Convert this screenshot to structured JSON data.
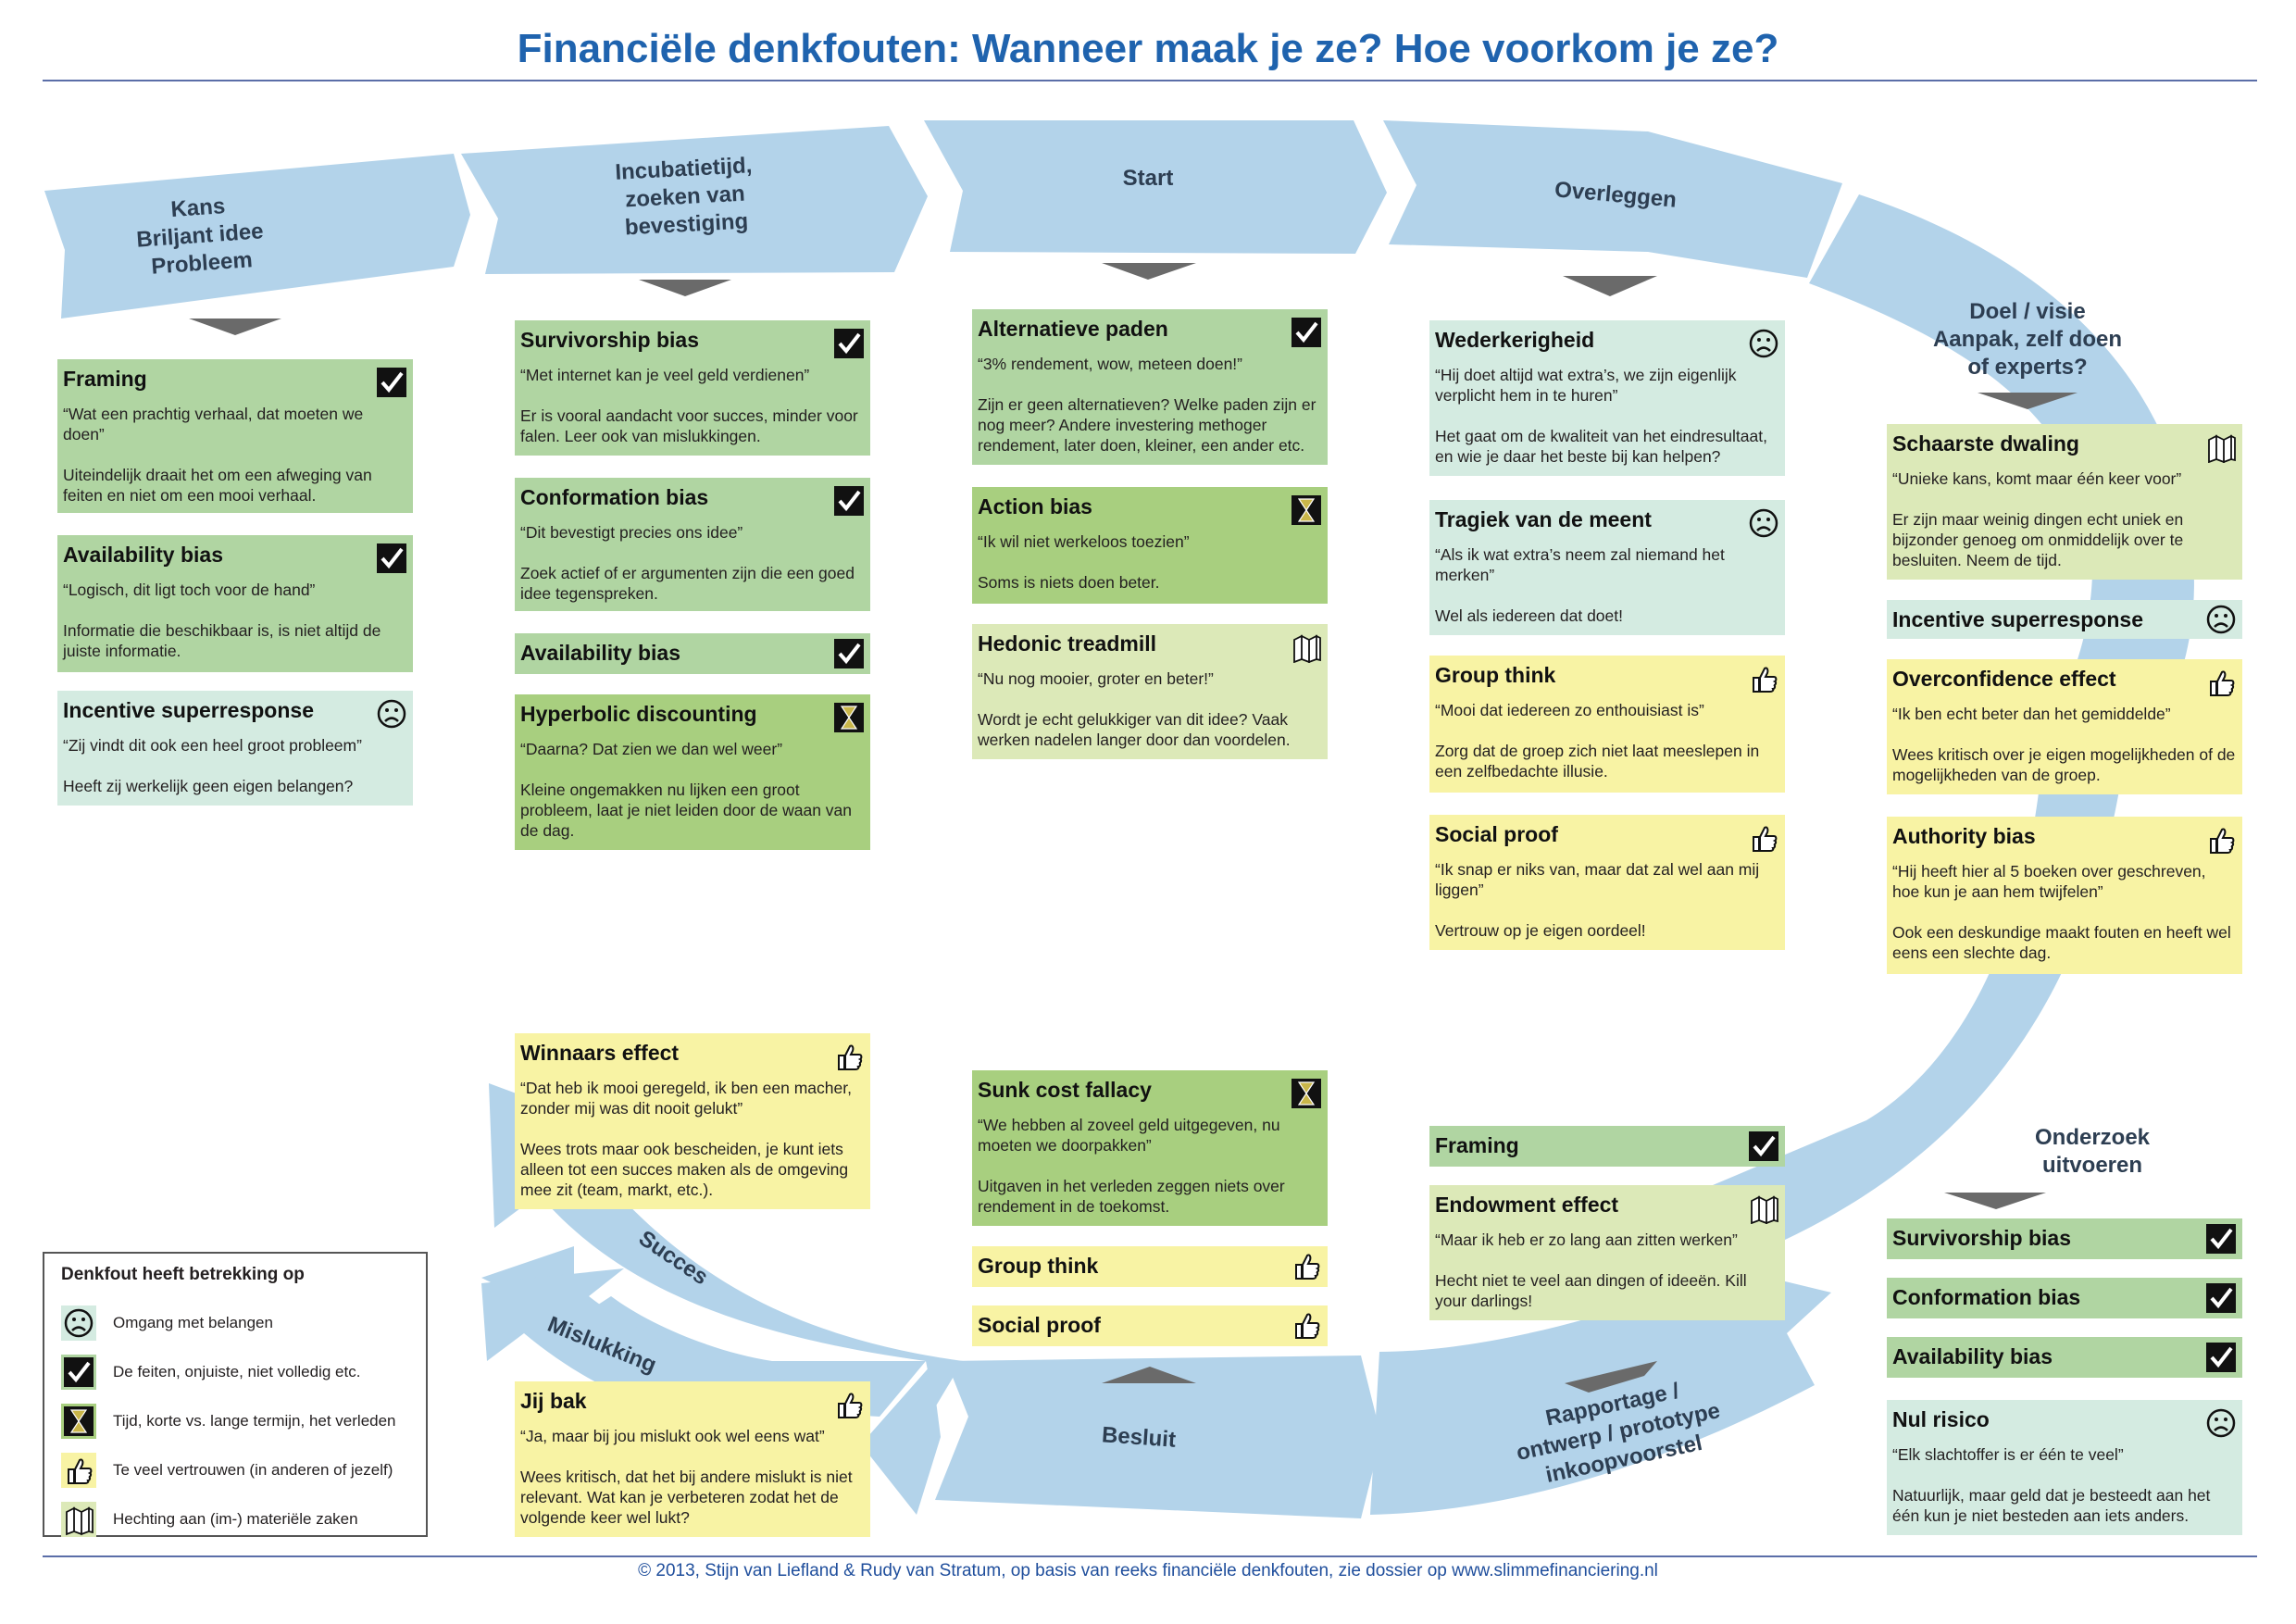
{
  "title": "Financiële denkfouten: Wanneer maak je ze? Hoe voorkom je ze?",
  "footer": "© 2013, Stijn van Liefland & Rudy van Stratum, op basis van reeks financiële denkfouten, zie dossier op  www.slimmefinanciering.nl",
  "colors": {
    "title": "#1f63ae",
    "arrow": "#b3d3ea",
    "pointer": "#6a6a6a",
    "feiten": "#b0d5a2",
    "tijd": "#a8cf7f",
    "belangen": "#d4ebe1",
    "materieel": "#dce9b8",
    "vertrouwen": "#f8f3a4"
  },
  "stages": {
    "kans": "Kans\nBriljant idee\nProbleem",
    "incubatie": "Incubatietijd,\nzoeken van\nbevestiging",
    "start": "Start",
    "overleggen": "Overleggen",
    "doel": "Doel / visie\nAanpak, zelf doen\nof experts?",
    "onderzoek": "Onderzoek\nuitvoeren",
    "rapportage": "Rapportage /\nontwerp / prototype\ninkoopvoorstel",
    "besluit": "Besluit",
    "succes": "Succes",
    "mislukking": "Mislukking"
  },
  "cards": {
    "c1": {
      "title": "Framing",
      "icon": "check-icon",
      "quote": "“Wat een prachtig verhaal, dat moeten we doen”",
      "body": "Uiteindelijk draait het om een afweging van feiten en niet om een mooi verhaal."
    },
    "c2": {
      "title": "Availability bias",
      "icon": "check-icon",
      "quote": "“Logisch, dit ligt  toch voor de hand”",
      "body": "Informatie die beschikbaar is, is niet altijd de juiste informatie."
    },
    "c3": {
      "title": "Incentive superresponse",
      "icon": "frown-icon",
      "quote": "“Zij vindt dit ook een heel groot probleem”",
      "body": "Heeft zij werkelijk geen eigen belangen?"
    },
    "c4": {
      "title": "Survivorship bias",
      "icon": "check-icon",
      "quote": "“Met internet kan je veel geld verdienen”",
      "body": "Er is vooral aandacht voor succes, minder voor falen. Leer ook van mislukkingen."
    },
    "c5": {
      "title": "Conformation bias",
      "icon": "check-icon",
      "quote": "“Dit bevestigt precies ons idee”",
      "body": "Zoek actief of er argumenten zijn die een goed idee tegenspreken."
    },
    "c6": {
      "title": "Availability bias",
      "icon": "check-icon"
    },
    "c7": {
      "title": "Hyperbolic discounting",
      "icon": "hourglass-icon",
      "quote": "“Daarna? Dat zien we dan wel weer”",
      "body": "Kleine ongemakken nu lijken een groot probleem, laat je niet leiden door de waan van de dag."
    },
    "c8": {
      "title": "Alternatieve paden",
      "icon": "check-icon",
      "quote": "“3% rendement, wow, meteen doen!”",
      "body": "Zijn er geen alternatieven? Welke paden zijn er nog meer? Andere investering methoger rendement, later doen, kleiner, een ander etc."
    },
    "c9": {
      "title": "Action bias",
      "icon": "hourglass-icon",
      "quote": "“Ik wil niet werkeloos toezien”",
      "body": "Soms is niets doen beter."
    },
    "c10": {
      "title": "Hedonic treadmill",
      "icon": "books-icon",
      "quote": "“Nu nog mooier, groter en beter!”",
      "body": "Wordt je echt gelukkiger van dit idee? Vaak werken nadelen langer door dan voordelen."
    },
    "c11": {
      "title": "Wederkerigheid",
      "icon": "frown-icon",
      "quote": "“Hij doet altijd wat extra’s, we zijn eigenlijk verplicht hem in te huren”",
      "body": "Het gaat om de kwaliteit van het eindresultaat, en wie je daar het beste bij kan helpen?"
    },
    "c12": {
      "title": "Tragiek van de meent",
      "icon": "frown-icon",
      "quote": "“Als ik wat extra’s neem zal niemand het merken”",
      "body": "Wel als iedereen dat doet!"
    },
    "c13": {
      "title": "Group think",
      "icon": "thumb-icon",
      "quote": "“Mooi dat iedereen zo enthouisiast is”",
      "body": "Zorg dat de groep zich niet laat meeslepen in een zelfbedachte illusie."
    },
    "c14": {
      "title": "Social proof",
      "icon": "thumb-icon",
      "quote": "“Ik snap er niks van, maar dat zal wel aan mij liggen”",
      "body": "Vertrouw op je eigen oordeel!"
    },
    "c15": {
      "title": "Schaarste dwaling",
      "icon": "books-icon",
      "quote": "“Unieke kans, komt maar één keer voor”",
      "body": "Er zijn maar weinig dingen echt uniek en bijzonder genoeg om onmiddelijk over te besluiten. Neem de tijd."
    },
    "c16": {
      "title": "Incentive superresponse",
      "icon": "frown-icon"
    },
    "c17": {
      "title": "Overconfidence effect",
      "icon": "thumb-icon",
      "quote": "“Ik ben echt beter dan het gemiddelde”",
      "body": "Wees kritisch over je eigen mogelijkheden of de mogelijkheden van de groep."
    },
    "c18": {
      "title": "Authority bias",
      "icon": "thumb-icon",
      "quote": "“Hij heeft hier al 5 boeken over geschreven, hoe kun je aan hem twijfelen”",
      "body": "Ook een deskundige maakt fouten en heeft wel eens een slechte dag."
    },
    "c19": {
      "title": "Winnaars effect",
      "icon": "thumb-icon",
      "quote": "“Dat heb ik mooi geregeld, ik ben een macher, zonder mij was dit nooit gelukt”",
      "body": "Wees trots maar ook bescheiden, je kunt iets alleen tot een succes maken als de  omgeving mee zit (team, markt, etc.)."
    },
    "c20": {
      "title": "Sunk cost fallacy",
      "icon": "hourglass-icon",
      "quote": "“We hebben al zoveel geld uitgegeven, nu moeten we doorpakken”",
      "body": "Uitgaven in het verleden zeggen niets over rendement in de toekomst."
    },
    "c21": {
      "title": "Group think",
      "icon": "thumb-icon"
    },
    "c22": {
      "title": "Social proof",
      "icon": "thumb-icon"
    },
    "c23": {
      "title": "Framing",
      "icon": "check-icon"
    },
    "c24": {
      "title": "Endowment effect",
      "icon": "books-icon",
      "quote": "“Maar ik heb er zo lang aan zitten werken”",
      "body": "Hecht niet te veel aan dingen of ideeën. Kill your darlings!"
    },
    "c25": {
      "title": "Survivorship bias",
      "icon": "check-icon"
    },
    "c26": {
      "title": "Conformation bias",
      "icon": "check-icon"
    },
    "c27": {
      "title": "Availability bias",
      "icon": "check-icon"
    },
    "c28": {
      "title": "Nul risico",
      "icon": "frown-icon",
      "quote": "“Elk slachtoffer is er één te veel”",
      "body": "Natuurlijk, maar geld dat je besteedt aan het één kun je niet besteden aan iets anders."
    },
    "c29": {
      "title": "Jij bak",
      "icon": "thumb-icon",
      "quote": "“Ja, maar bij jou mislukt ook wel eens wat”",
      "body": "Wees kritisch, dat het bij andere mislukt is niet relevant. Wat kan je verbeteren zodat het de volgende keer wel lukt?"
    }
  },
  "legend": {
    "title": "Denkfout heeft betrekking op",
    "items": [
      {
        "icon": "frown-icon",
        "label": "Omgang met belangen"
      },
      {
        "icon": "check-icon",
        "label": "De feiten, onjuiste, niet volledig etc."
      },
      {
        "icon": "hourglass-icon",
        "label": "Tijd, korte vs. lange termijn, het verleden"
      },
      {
        "icon": "thumb-icon",
        "label": "Te veel vertrouwen (in anderen of jezelf)"
      },
      {
        "icon": "books-icon",
        "label": "Hechting aan (im-) materiële zaken"
      }
    ]
  }
}
